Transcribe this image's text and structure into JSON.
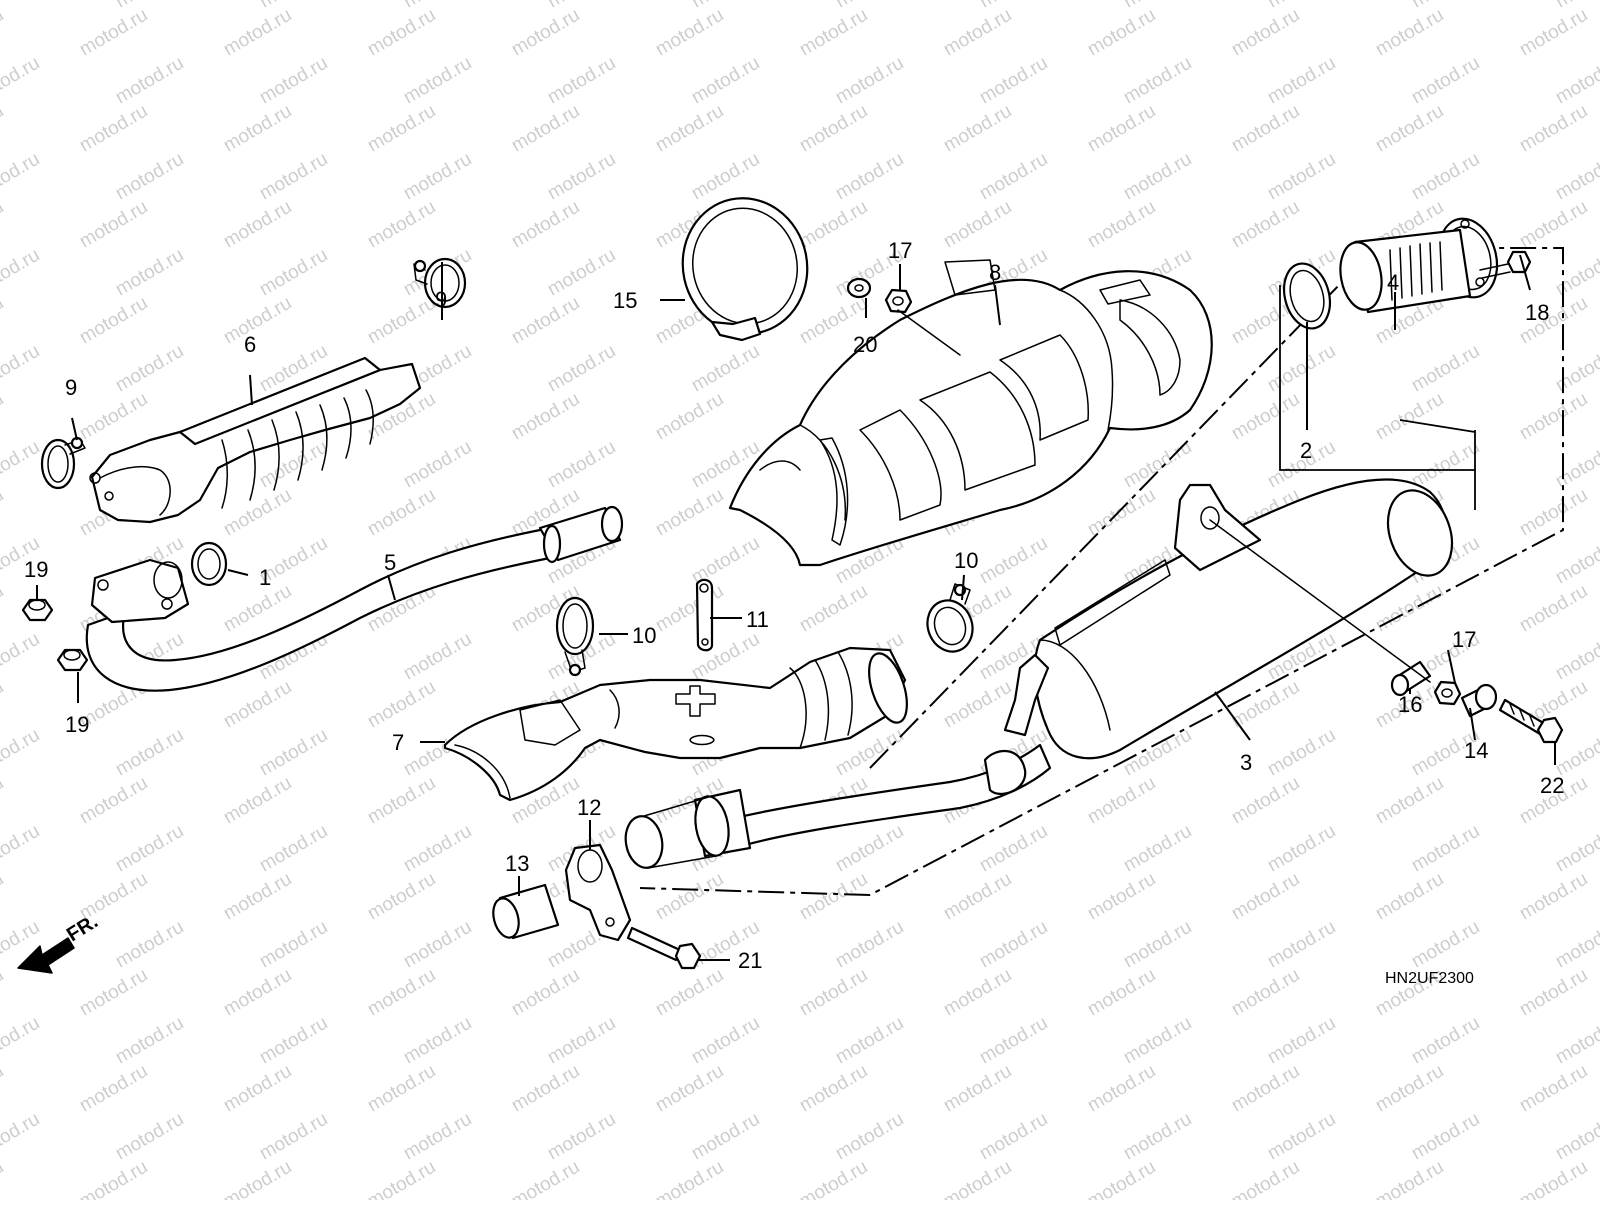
{
  "watermark_text": "motod.ru",
  "diagram_code": "HN2UF2300",
  "front_arrow_label": "FR.",
  "callouts": {
    "c1": "1",
    "c2": "2",
    "c3": "3",
    "c4": "4",
    "c5": "5",
    "c6": "6",
    "c7": "7",
    "c8": "8",
    "c9a": "9",
    "c9b": "9",
    "c10a": "10",
    "c10b": "10",
    "c11": "11",
    "c12": "12",
    "c13": "13",
    "c14": "14",
    "c15": "15",
    "c16": "16",
    "c17a": "17",
    "c17b": "17",
    "c18": "18",
    "c19a": "19",
    "c19b": "19",
    "c20": "20",
    "c21": "21",
    "c22": "22"
  },
  "icons": {
    "front_arrow": "left-down-arrow-icon"
  },
  "colors": {
    "line": "#000000",
    "watermark": "#bdbdbd",
    "background": "#ffffff"
  }
}
